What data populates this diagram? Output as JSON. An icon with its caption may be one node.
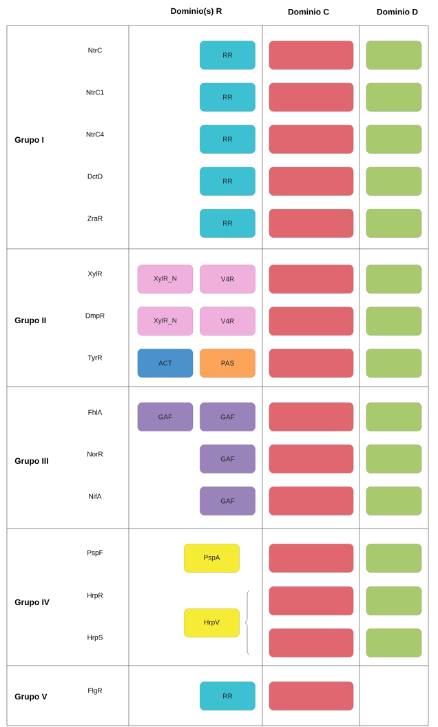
{
  "diagram": {
    "nodes": [
      {
        "text": [
          "RR"
        ]
      },
      {
        "text": [],
        "shape": "box"
      },
      {
        "text": [],
        "shape": "box"
      },
      {
        "text": [
          "RR"
        ]
      },
      {
        "text": [],
        "shape": "box"
      },
      {
        "text": [],
        "shape": "box"
      },
      {
        "text": [
          "RR"
        ]
      },
      {
        "text": [],
        "shape": "box"
      },
      {
        "text": [],
        "shape": "box"
      },
      {
        "text": [
          "RR"
        ]
      },
      {
        "text": [],
        "shape": "box"
      },
      {
        "text": [],
        "shape": "box"
      },
      {
        "text": [
          "RR"
        ]
      },
      {
        "text": [],
        "shape": "box"
      },
      {
        "text": [],
        "shape": "box"
      },
      {
        "text": [
          "XylR_N"
        ]
      },
      {
        "text": [
          "V4R"
        ]
      },
      {
        "text": [],
        "shape": "box"
      },
      {
        "text": [],
        "shape": "box"
      },
      {
        "text": [
          "XylR_N"
        ]
      },
      {
        "text": [
          "V4R"
        ]
      },
      {
        "text": [],
        "shape": "box"
      },
      {
        "text": [],
        "shape": "box"
      },
      {
        "text": [
          "ACT"
        ]
      },
      {
        "text": [
          "PAS"
        ]
      },
      {
        "text": [],
        "shape": "box"
      },
      {
        "text": [],
        "shape": "box"
      },
      {
        "text": [
          "GAF"
        ]
      },
      {
        "text": [
          "GAF"
        ]
      },
      {
        "text": [],
        "shape": "box"
      },
      {
        "text": [],
        "shape": "box"
      },
      {
        "text": [
          "GAF"
        ]
      },
      {
        "text": [],
        "shape": "box"
      },
      {
        "text": [],
        "shape": "box"
      },
      {
        "text": [
          "GAF"
        ]
      },
      {
        "text": [],
        "shape": "box"
      },
      {
        "text": [],
        "shape": "box"
      },
      {
        "text": [
          "PspA"
        ]
      },
      {
        "text": [],
        "shape": "box"
      },
      {
        "text": [],
        "shape": "box"
      },
      {
        "text": [],
        "shape": "box"
      },
      {
        "text": [],
        "shape": "box"
      },
      {
        "text": [
          "HrpV"
        ]
      },
      {
        "text": [],
        "shape": "box"
      },
      {
        "text": [],
        "shape": "box"
      },
      {
        "text": [
          "RR"
        ]
      },
      {
        "text": [],
        "shape": "box"
      }
    ],
    "labels": [
      "Dominio(s) R",
      "Dominio C",
      "Dominio D",
      "Grupo I",
      "NtrC",
      "NtrC1",
      "NtrC4",
      "DctD",
      "ZraR",
      "Grupo II",
      "XylR",
      "DmpR",
      "TyrR",
      "Grupo III",
      "FhlA",
      "NorR",
      "NifA",
      "Grupo IV",
      "PspF",
      "HrpR",
      "HrpS",
      "Grupo V",
      "FlgR"
    ]
  }
}
